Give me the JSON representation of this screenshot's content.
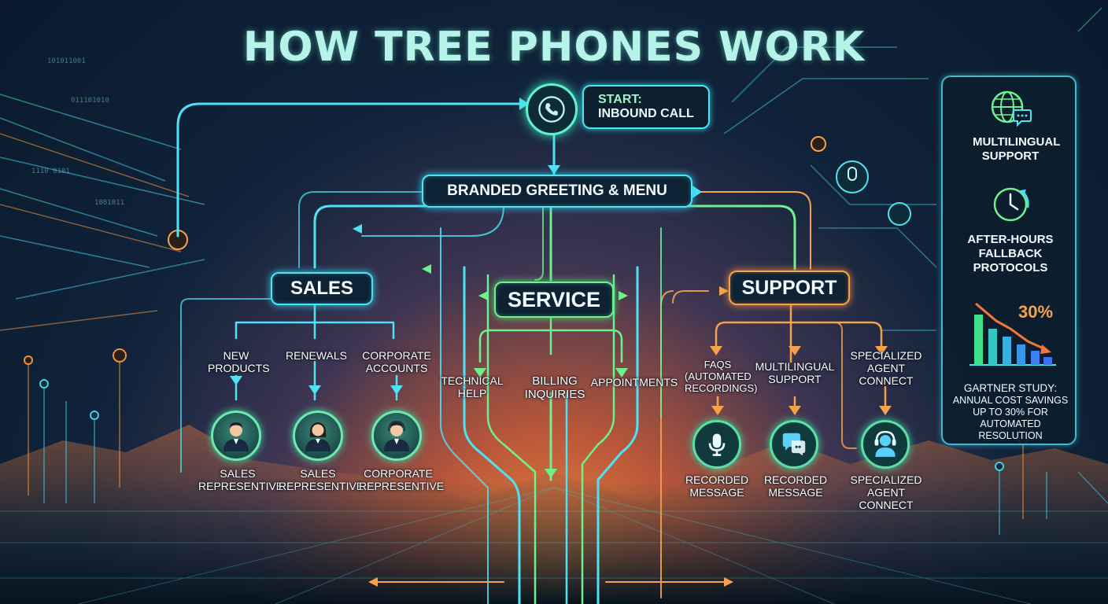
{
  "title": "HOW TREE PHONES WORK",
  "start": {
    "line1": "START:",
    "line2": "INBOUND CALL",
    "icon": "phone-icon"
  },
  "greeting": "BRANDED GREETING & MENU",
  "branches": {
    "sales": {
      "label": "SALES",
      "color": "#4ee2f5",
      "options": [
        {
          "label": "NEW PRODUCTS",
          "result": "SALES REPRESENTIVE",
          "icon": "male-agent-icon"
        },
        {
          "label": "RENEWALS",
          "result": "SALES REPRESENTIVE",
          "icon": "female-agent-icon"
        },
        {
          "label": "CORPORATE ACCOUNTS",
          "result": "CORPORATE REPRESENTIVE",
          "icon": "headset-agent-icon"
        }
      ]
    },
    "service": {
      "label": "SERVICE",
      "color": "#6ff08f",
      "options": [
        {
          "label": "TECHNICAL HELP"
        },
        {
          "label": "BILLING INQUIRIES"
        },
        {
          "label": "APPOINTMENTS"
        }
      ]
    },
    "support": {
      "label": "SUPPORT",
      "color": "#f5a24a",
      "options": [
        {
          "label": "FAQS (AUTOMATED RECORDINGS)",
          "result": "RECORDED MESSAGE",
          "icon": "microphone-icon"
        },
        {
          "label": "MULTILINGUAL SUPPORT",
          "result": "RECORDED MESSAGE",
          "icon": "chat-bubble-icon"
        },
        {
          "label": "SPECIALIZED AGENT CONNECT",
          "result": "SPECIALIZED AGENT CONNECT",
          "icon": "headset-agent-icon"
        }
      ]
    }
  },
  "sidebar": {
    "items": [
      {
        "label": "MULTILINGUAL SUPPORT",
        "icon": "globe-chat-icon"
      },
      {
        "label": "AFTER-HOURS FALLBACK PROTOCOLS",
        "icon": "clock-icon"
      }
    ],
    "stat": {
      "value": "30%",
      "icon": "declining-bar-chart-icon",
      "caption_title": "GARTNER STUDY:",
      "caption_body": "ANNUAL COST SAVINGS UP TO 30% FOR AUTOMATED RESOLUTION"
    }
  }
}
